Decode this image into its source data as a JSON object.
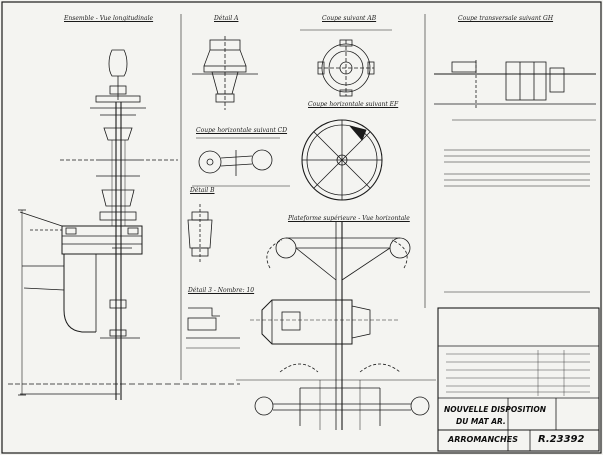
{
  "views": {
    "side": "Ensemble - Vue longitudinale",
    "detail_a": "Détail A",
    "section_ab": "Coupe suivant AB",
    "section_gh": "Coupe transversale suivant GH",
    "section_ef": "Coupe horizontale suivant EF",
    "section_cd": "Coupe horizontale suivant CD",
    "detail_b": "Détail B",
    "detail_3": "Détail 3 - Nombre: 10",
    "platform": "Plateforme supérieure - Vue horizontale"
  },
  "title_block": {
    "title_line1": "NOUVELLE DISPOSITION",
    "title_line2": "DU MAT AR.",
    "project": "ARROMANCHES",
    "drawing_number": "R.23392"
  }
}
